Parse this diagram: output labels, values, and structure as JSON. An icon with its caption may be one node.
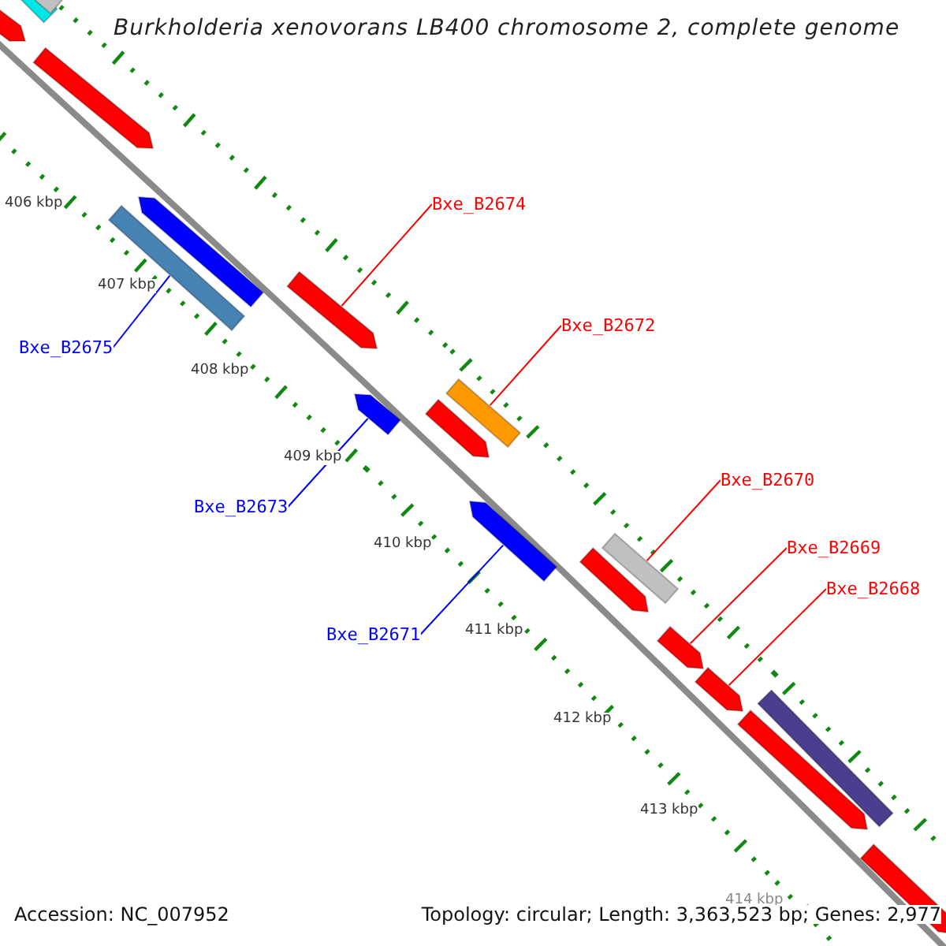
{
  "diagram": {
    "title": "Burkholderia xenovorans LB400 chromosome 2, complete genome",
    "nodes": [
      {
        "text": [
          "Bxe_B2674"
        ]
      },
      {
        "text": [
          "Bxe_B2675"
        ]
      },
      {
        "text": [
          "Bxe_B2672"
        ]
      },
      {
        "text": [
          "Bxe_B2673"
        ]
      },
      {
        "text": [
          "Bxe_B2670"
        ]
      },
      {
        "text": [
          "Bxe_B2669"
        ]
      },
      {
        "text": [
          "Bxe_B2671"
        ]
      },
      {
        "text": [
          "Bxe_B2668"
        ]
      },
      {
        "text": [],
        "shape": "arrow"
      },
      {
        "text": [],
        "shape": "bar"
      },
      {
        "text": [],
        "shape": "bar"
      },
      {
        "text": [],
        "shape": "arrow"
      },
      {
        "text": [],
        "shape": "arrow"
      },
      {
        "text": [],
        "shape": "bar"
      },
      {
        "text": [],
        "shape": "arrow"
      },
      {
        "text": [],
        "shape": "arrow"
      },
      {
        "text": [],
        "shape": "arrow"
      },
      {
        "text": [],
        "shape": "bar"
      },
      {
        "text": [],
        "shape": "arrow"
      },
      {
        "text": [],
        "shape": "arrow"
      },
      {
        "text": [],
        "shape": "bar"
      },
      {
        "text": [],
        "shape": "arrow"
      },
      {
        "text": [],
        "shape": "arrow"
      },
      {
        "text": [],
        "shape": "arrow"
      },
      {
        "text": [],
        "shape": "bar"
      },
      {
        "text": [],
        "shape": "arrow"
      }
    ],
    "edges": [
      {
        "from": 0,
        "to": 14,
        "arrow": "none"
      },
      {
        "from": 1,
        "to": 13,
        "arrow": "none",
        "color": "#0000ff"
      },
      {
        "from": 2,
        "to": 17,
        "arrow": "none"
      },
      {
        "from": 3,
        "to": 15,
        "arrow": "none",
        "color": "#0000ff"
      },
      {
        "from": 4,
        "to": 20,
        "arrow": "none"
      },
      {
        "from": 5,
        "to": 21,
        "arrow": "none"
      },
      {
        "from": 6,
        "to": 18,
        "arrow": "none",
        "color": "#0000ff"
      },
      {
        "from": 7,
        "to": 22,
        "arrow": "none"
      }
    ],
    "labels": [
      "406 kbp",
      "407 kbp",
      "408 kbp",
      "409 kbp",
      "410 kbp",
      "411 kbp",
      "412 kbp",
      "413 kbp",
      "414 kbp",
      "Accession: NC_007952",
      "Topology: circular; Length: 3,363,523 bp; Genes: 2,977"
    ]
  }
}
